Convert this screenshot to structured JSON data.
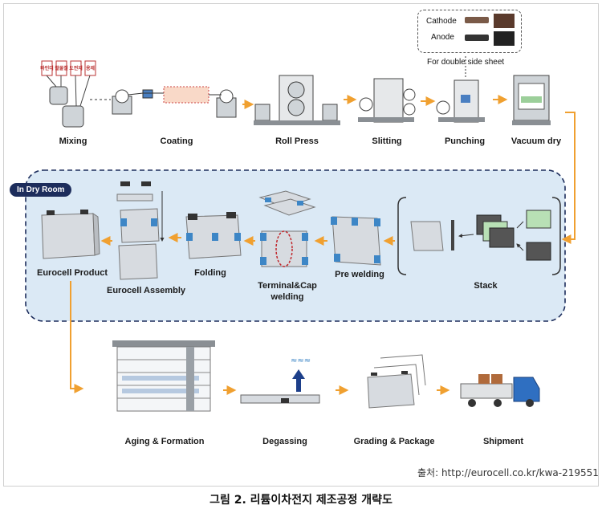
{
  "legend": {
    "cathode": "Cathode",
    "anode": "Anode",
    "note": "For double side sheet"
  },
  "dry_room_label": "In Dry Room",
  "steps": {
    "mixing": "Mixing",
    "coating": "Coating",
    "roll_press": "Roll Press",
    "slitting": "Slitting",
    "punching": "Punching",
    "vacuum_dry": "Vacuum dry",
    "stack": "Stack",
    "pre_welding": "Pre welding",
    "terminal_cap_1": "Terminal&Cap",
    "terminal_cap_2": "welding",
    "folding": "Folding",
    "eurocell_assembly": "Eurocell Assembly",
    "eurocell_product": "Eurocell Product",
    "aging_formation": "Aging & Formation",
    "degassing": "Degassing",
    "grading_package": "Grading & Package",
    "shipment": "Shipment"
  },
  "mixing_tank_labels": [
    "바인더",
    "활물질",
    "도전재",
    "용제"
  ],
  "source": "출처: http://eurocell.co.kr/kwa-219551",
  "caption": "그림 2. 리튬이차전지 제조공정 개략도",
  "colors": {
    "orange": "#f0a030",
    "dry_room_bg": "#dbe9f5",
    "navy": "#1d2d5c",
    "cell_blue": "#3d86c6"
  }
}
